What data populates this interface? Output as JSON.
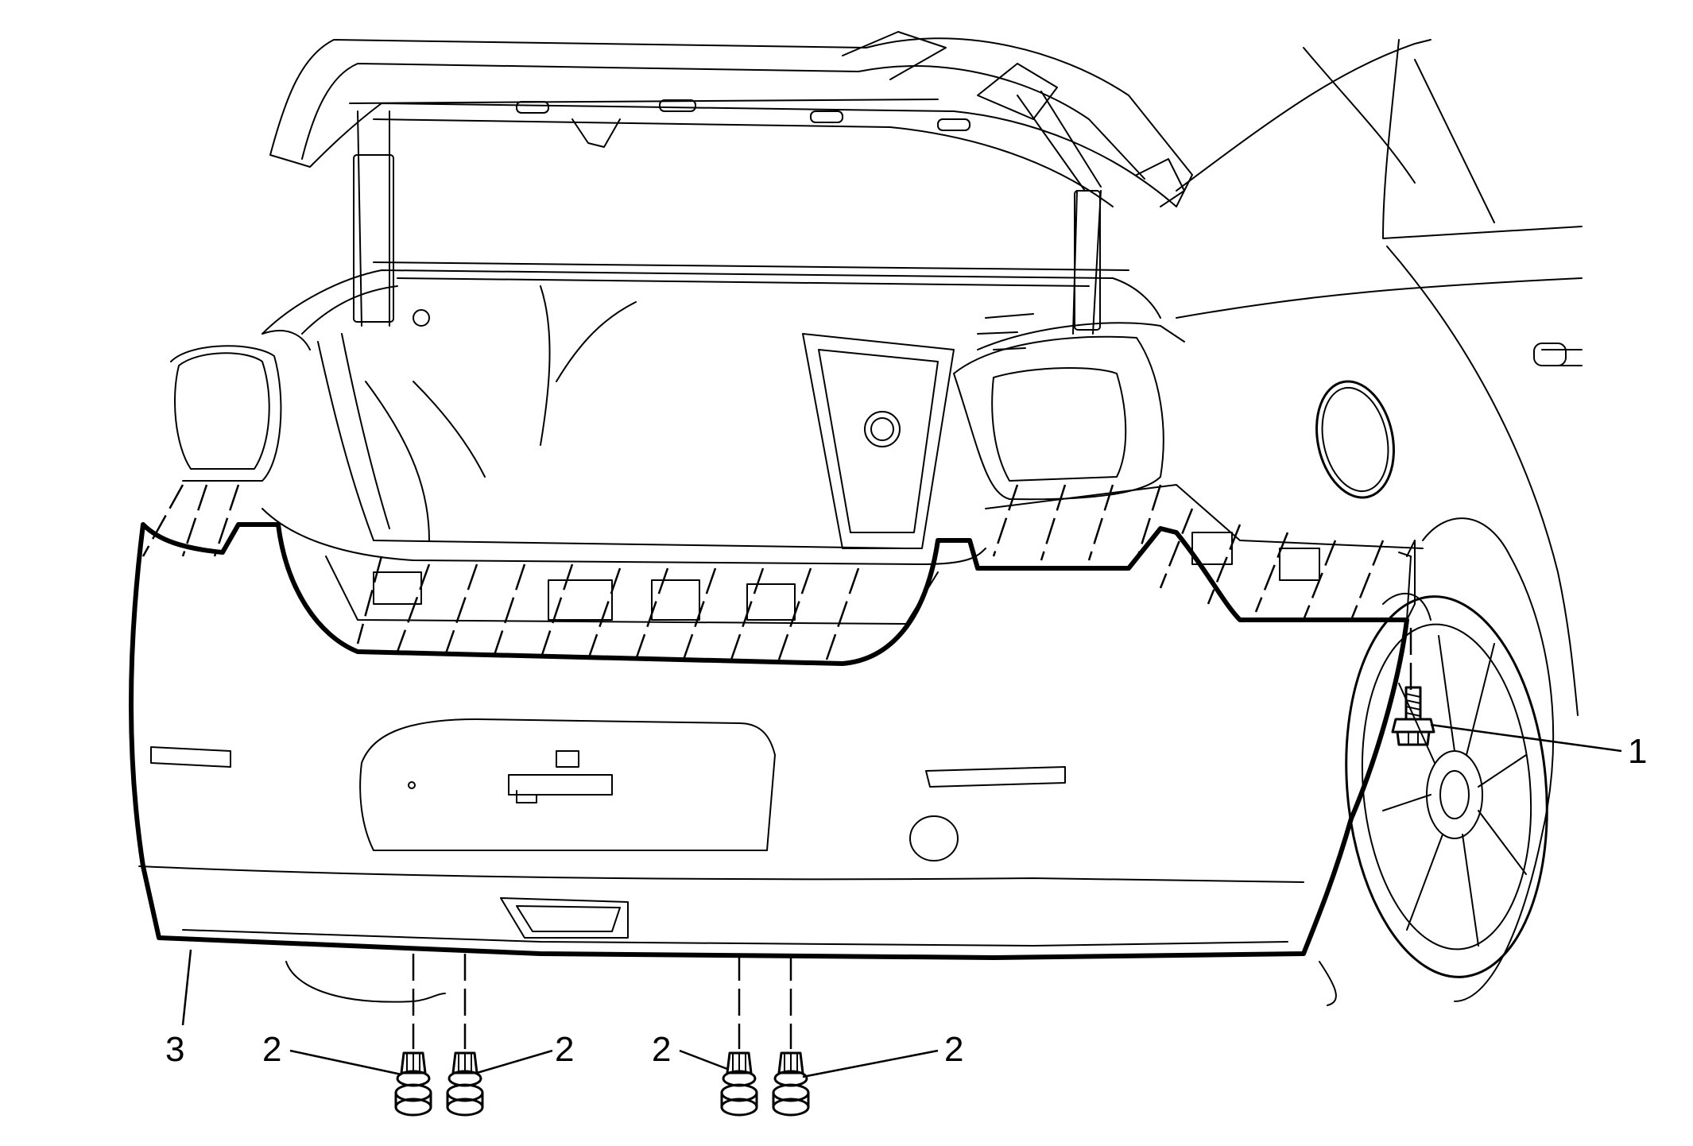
{
  "callouts": [
    {
      "id": "1",
      "text": "1"
    },
    {
      "id": "2a",
      "text": "2"
    },
    {
      "id": "2b",
      "text": "2"
    },
    {
      "id": "2c",
      "text": "2"
    },
    {
      "id": "2d",
      "text": "2"
    },
    {
      "id": "3",
      "text": "3"
    }
  ],
  "parts": {
    "bolt": "bolt-icon",
    "push_pin_retainer": "push-pin-retainer-icon",
    "rear_bumper_fascia": "rear-bumper-fascia"
  }
}
